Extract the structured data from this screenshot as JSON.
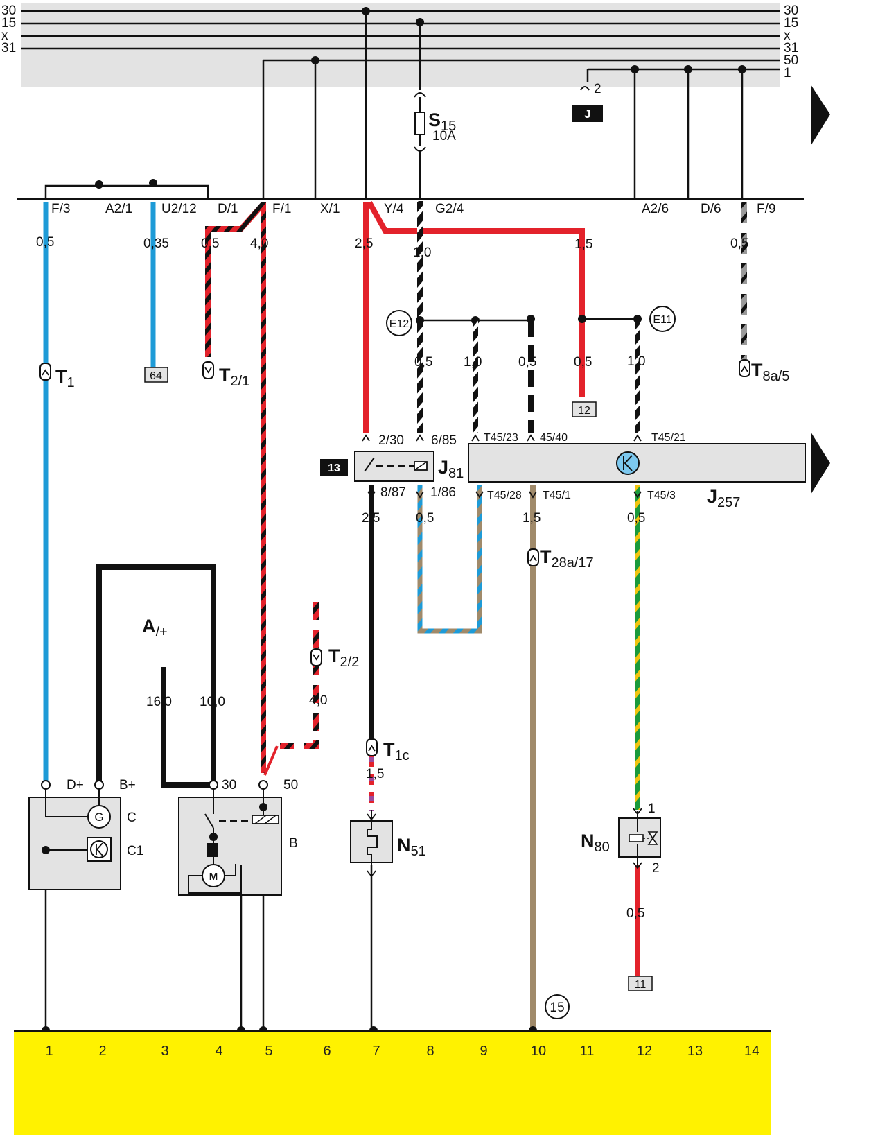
{
  "rails": {
    "left_labels": [
      "30",
      "15",
      "x",
      "31"
    ],
    "right_labels": [
      "30",
      "15",
      "x",
      "31",
      "50",
      "1"
    ]
  },
  "relay_carrier": {
    "contacts": [
      "F/3",
      "A2/1",
      "U2/12",
      "D/1",
      "F/1",
      "X/1",
      "Y/4",
      "G2/4",
      "A2/6",
      "D/6",
      "F/9"
    ]
  },
  "fuse": {
    "name": "S",
    "sub": "15",
    "rating": "10A"
  },
  "relay_J": {
    "label": "J",
    "pin": "2"
  },
  "wire_sizes": {
    "w1": "0,5",
    "w3": "0,35",
    "w4a": "0,5",
    "w4b": "4,0",
    "w7a": "2,5",
    "w8a": "1,0",
    "w11a": "1,5",
    "w14": "0,5",
    "w8b": "0,5",
    "w9": "1,0",
    "w10a": "0,5",
    "w11b": "0,5",
    "w12a": "1,0",
    "w7b": "2,5",
    "w8c": "0,5",
    "w10b": "1,5",
    "w12b": "0,5",
    "w5": "4,0",
    "w7c": "1,5",
    "a16": "16,0",
    "a10": "10,0",
    "w12c": "0,5"
  },
  "splices": {
    "e12": "E12",
    "e11": "E11",
    "s15": "15"
  },
  "connectors": {
    "t1": {
      "name": "T",
      "sub": "1"
    },
    "t21": {
      "name": "T",
      "sub": "2/1"
    },
    "t22": {
      "name": "T",
      "sub": "2/2"
    },
    "t8a5": {
      "name": "T",
      "sub": "8a/5"
    },
    "t1c": {
      "name": "T",
      "sub": "1c"
    },
    "t28a17": {
      "name": "T",
      "sub": "28a/17"
    }
  },
  "refboxes": {
    "r64": "64",
    "r12": "12",
    "r13": "13",
    "r11": "11"
  },
  "j81": {
    "name": "J",
    "sub": "81",
    "pins": {
      "p230": "2/30",
      "p685": "6/85",
      "p887": "8/87",
      "p186": "1/86"
    }
  },
  "j257": {
    "name": "J",
    "sub": "257",
    "pins": {
      "t4523": "T45/23",
      "p4540": "45/40",
      "t4521": "T45/21",
      "t4528": "T45/28",
      "t451": "T45/1",
      "t453": "T45/3"
    }
  },
  "components": {
    "a": {
      "name": "A",
      "sub": "/+"
    },
    "c": "C",
    "c1": "C1",
    "b": "B",
    "n51": {
      "name": "N",
      "sub": "51"
    },
    "n80": {
      "name": "N",
      "sub": "80"
    },
    "terminals": {
      "dplus": "D+",
      "bplus": "B+",
      "t30": "30",
      "t50": "50"
    },
    "n80_pins": {
      "p1": "1",
      "p2": "2"
    },
    "g": "G",
    "k": "K",
    "m": "M"
  },
  "footer": {
    "numbers": [
      "1",
      "2",
      "3",
      "4",
      "5",
      "6",
      "7",
      "8",
      "9",
      "10",
      "11",
      "12",
      "13",
      "14"
    ]
  },
  "colors": {
    "black": "#111111",
    "red": "#e3222b",
    "blue": "#1e9bd7",
    "brown": "#a08a6a",
    "green": "#1a9a3c",
    "yellow": "#f1c40f",
    "violet": "#9c4a9c",
    "grey": "#9a9a9a",
    "panel": "#e3e3e3",
    "footer": "#fff200"
  }
}
